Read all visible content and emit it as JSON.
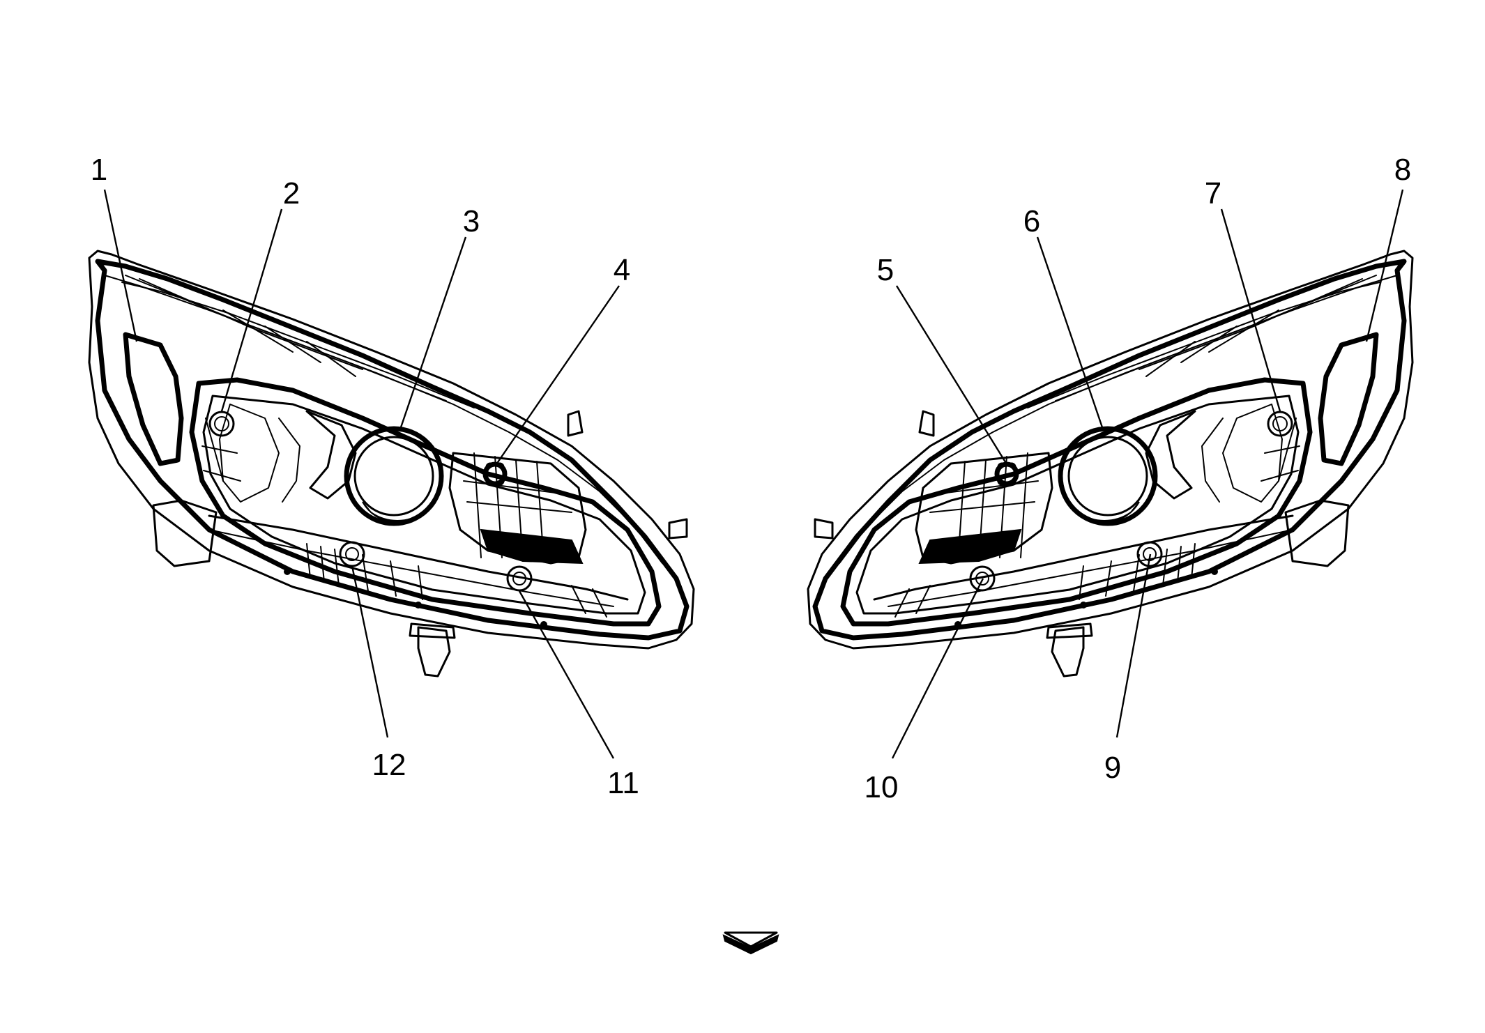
{
  "diagram": {
    "callouts": [
      "1",
      "2",
      "3",
      "4",
      "5",
      "6",
      "7",
      "8",
      "9",
      "10",
      "11",
      "12"
    ],
    "orientation_icon": "forward-direction-arrow-icon",
    "colors": {
      "ink": "#000000",
      "background": "#ffffff"
    }
  }
}
